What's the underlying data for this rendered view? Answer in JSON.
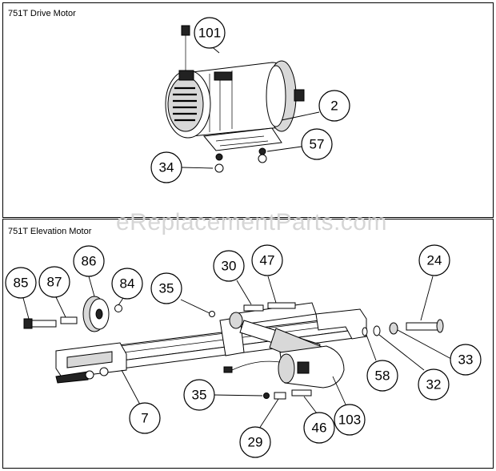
{
  "panels": [
    {
      "title": "751T Drive Motor"
    },
    {
      "title": "751T Elevation Motor"
    }
  ],
  "watermark": "eReplacementParts.com",
  "drive_callouts": [
    "101",
    "2",
    "57",
    "34"
  ],
  "elevation_callouts": [
    "85",
    "87",
    "86",
    "84",
    "35",
    "30",
    "47",
    "24",
    "33",
    "58",
    "32",
    "7",
    "35",
    "29",
    "46",
    "103"
  ]
}
